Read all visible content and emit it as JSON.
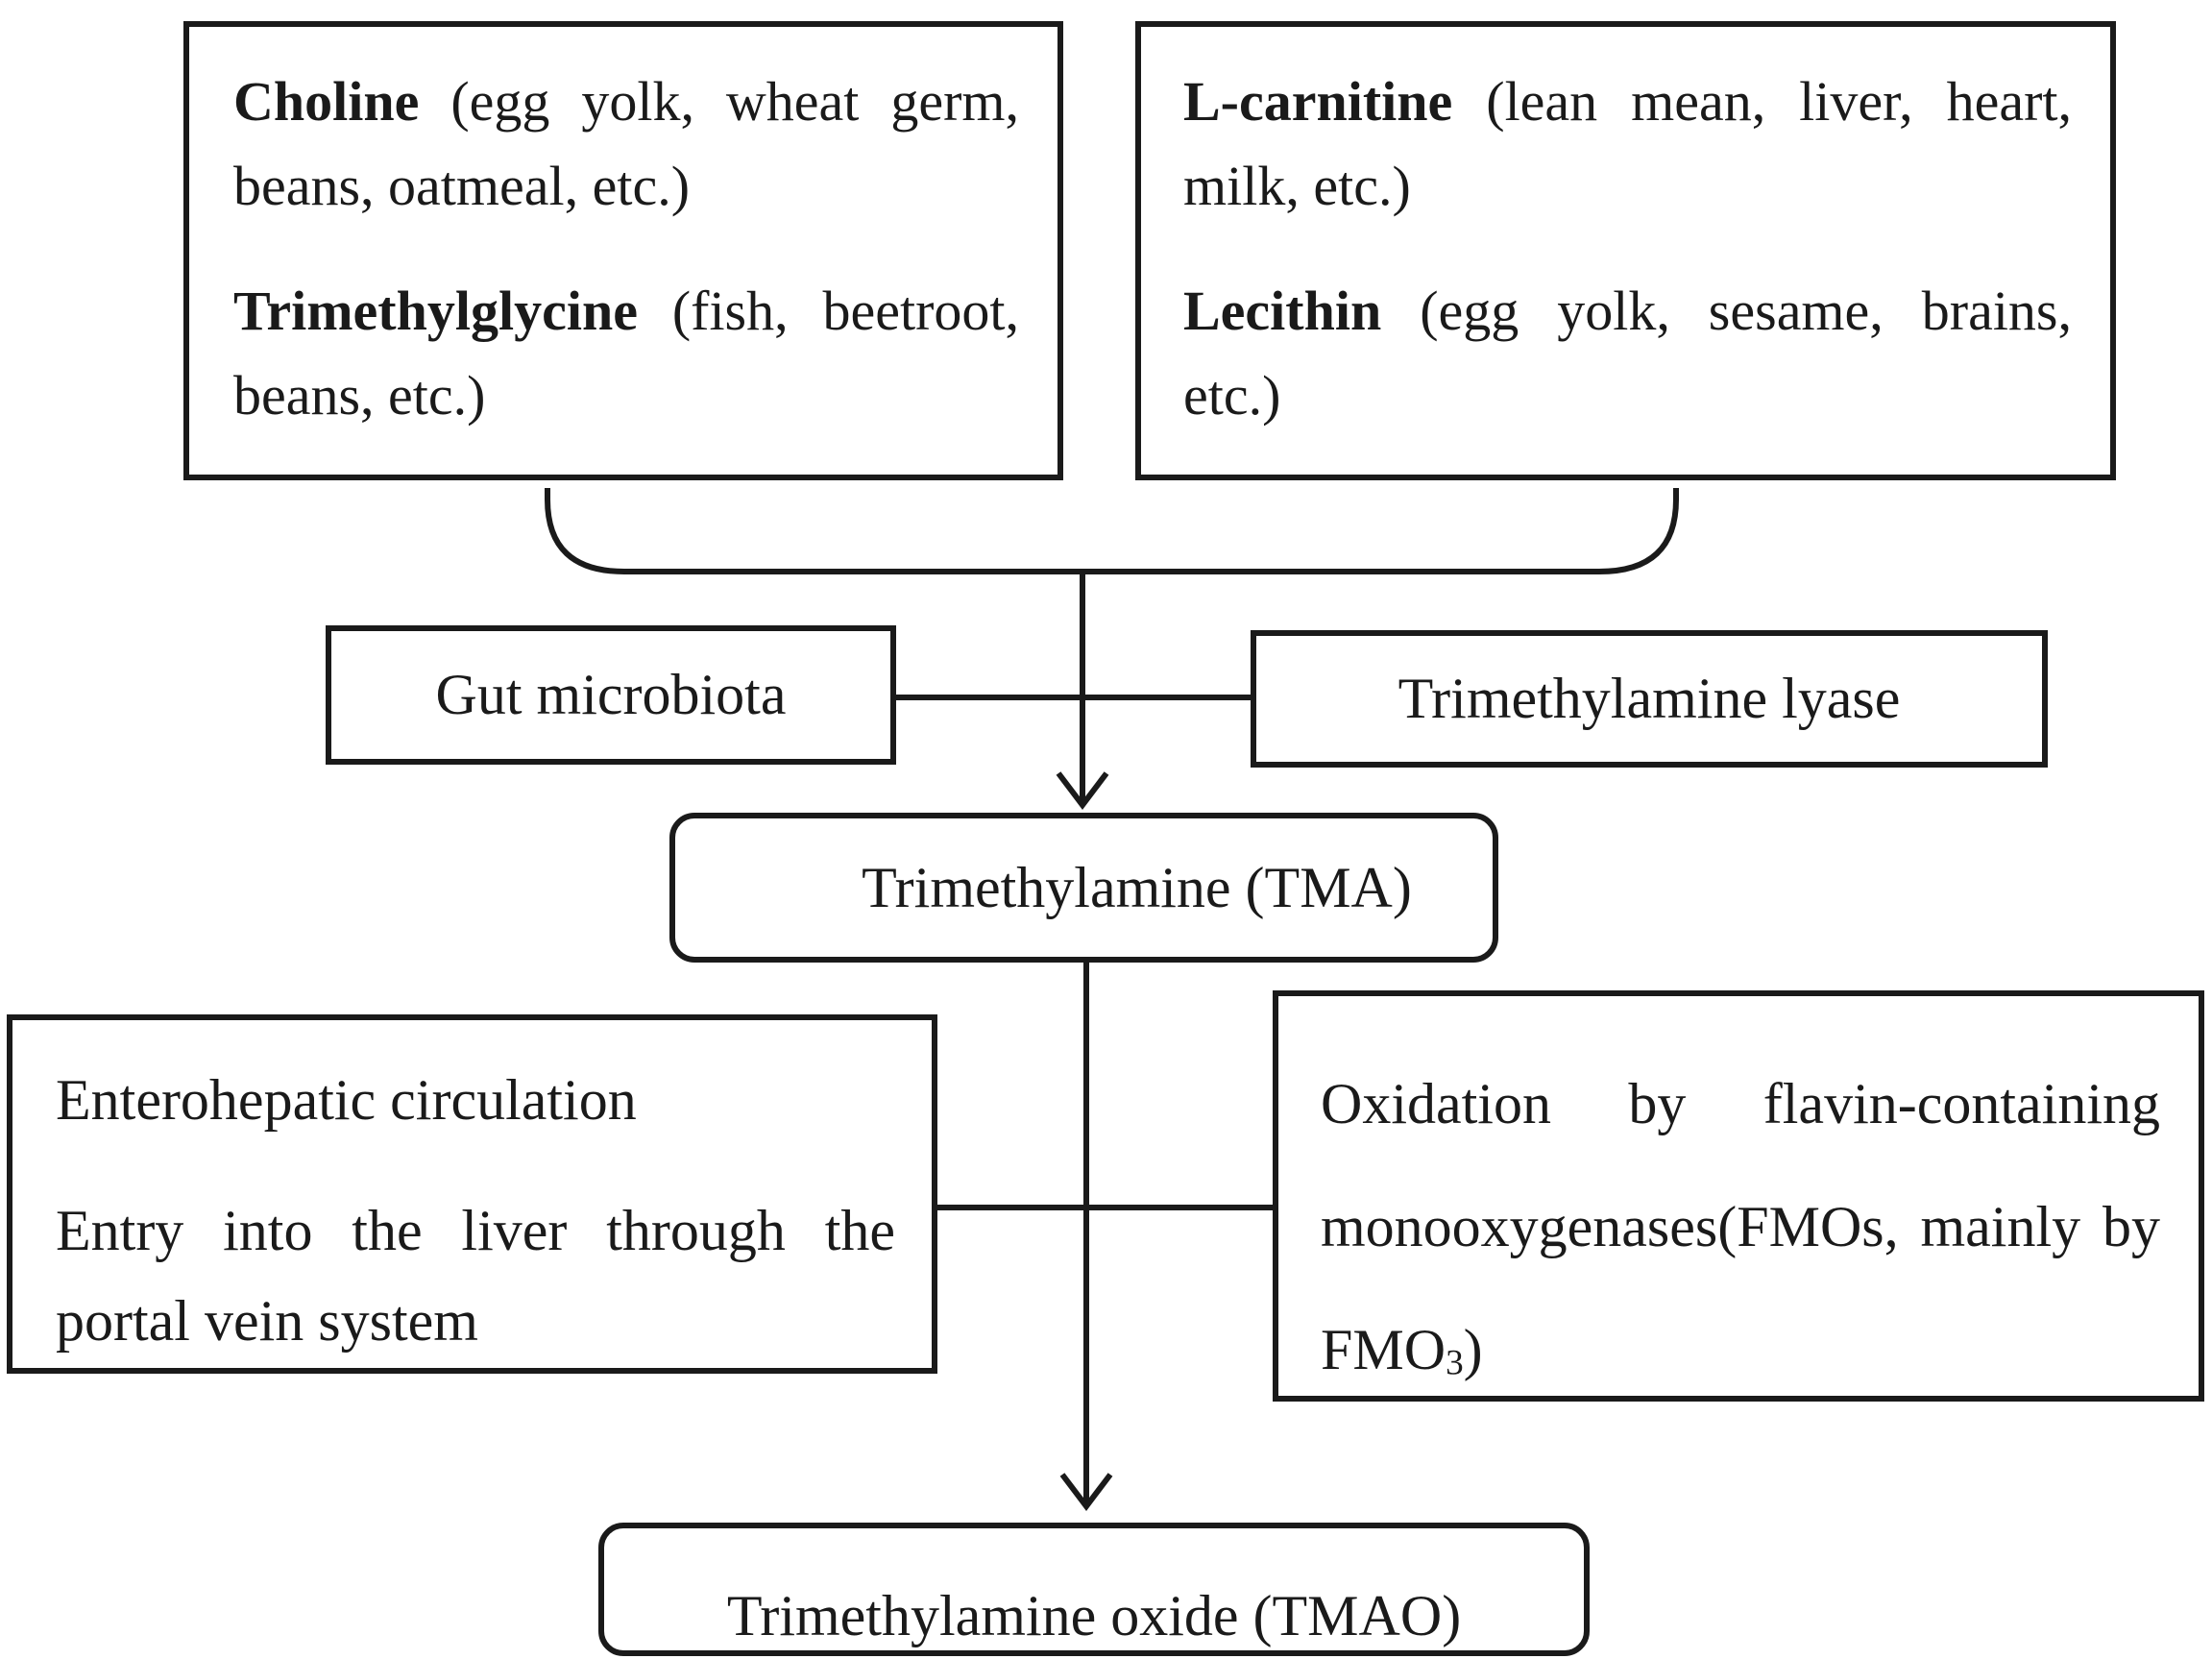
{
  "sources": [
    {
      "items": [
        {
          "name": "Choline",
          "foods": "(egg yolk, wheat germ, beans, oatmeal, etc.)"
        },
        {
          "name": "Trimethylglycine",
          "foods": "(fish, beetroot, beans, etc.)"
        }
      ]
    },
    {
      "items": [
        {
          "name": "L-carnitine",
          "foods": "(lean mean, liver, heart, milk, etc.)"
        },
        {
          "name": "Lecithin",
          "foods": "(egg yolk, sesame, brains, etc.)"
        }
      ]
    }
  ],
  "step1": {
    "left_label": "Gut microbiota",
    "right_label": "Trimethylamine lyase"
  },
  "intermediate": "Trimethylamine (TMA)",
  "step2": {
    "left_lines": [
      "Enterohepatic circulation",
      "Entry into the liver through the portal vein system"
    ],
    "right_text": "Oxidation by flavin-containing monooxygenases(FMOs, mainly by FMO",
    "right_subscript": "3",
    "right_suffix": ")"
  },
  "product": "Trimethylamine oxide (TMAO)"
}
